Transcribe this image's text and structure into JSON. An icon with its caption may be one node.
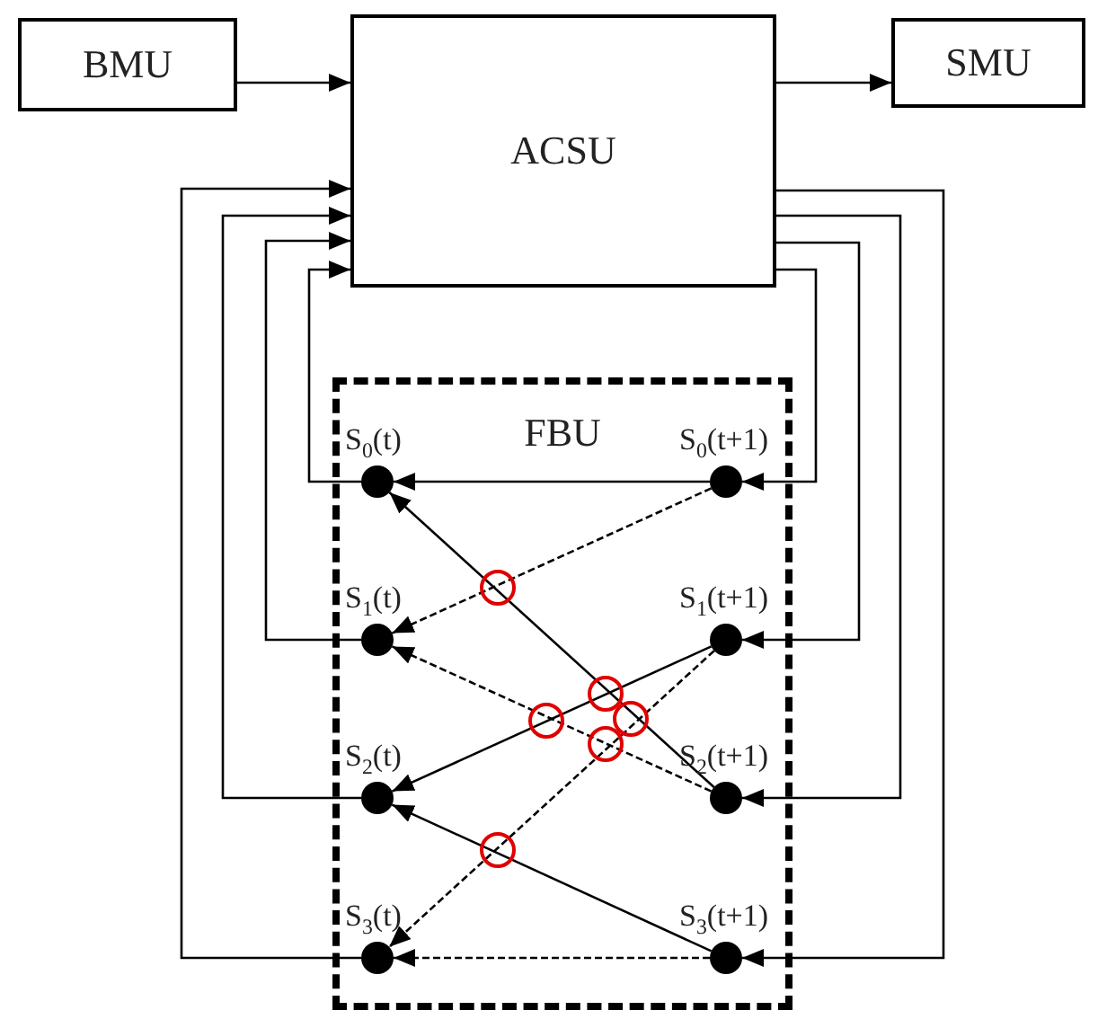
{
  "diagram": {
    "nodes": [
      {
        "text": [
          "BMU"
        ]
      },
      {
        "text": [
          "ACSU"
        ]
      },
      {
        "text": [
          "SMU"
        ]
      },
      {
        "text": [
          "FBU"
        ]
      },
      {
        "text": [
          "S$_{0}$(t)"
        ],
        "in": 3
      },
      {
        "text": [
          "S$_{0}$(t+1)"
        ],
        "in": 3
      },
      {
        "text": [
          "S$_{1}$(t)"
        ],
        "in": 3
      },
      {
        "text": [
          "S$_{1}$(t+1)"
        ],
        "in": 3
      },
      {
        "text": [
          "S$_{2}$(t)"
        ],
        "in": 3
      },
      {
        "text": [
          "S$_{2}$(t+1)"
        ],
        "in": 3
      },
      {
        "text": [
          "S$_{3}$(t)"
        ],
        "in": 3
      },
      {
        "text": [
          "S$_{3}$(t+1)"
        ],
        "in": 3
      }
    ],
    "edges": [
      {
        "from": 0,
        "to": 1,
        "arrow": "to"
      },
      {
        "from": 1,
        "to": 2,
        "arrow": "to"
      },
      {
        "from": 4,
        "to": 1,
        "arrow": "to"
      },
      {
        "from": 6,
        "to": 1,
        "arrow": "to"
      },
      {
        "from": 8,
        "to": 1,
        "arrow": "to"
      },
      {
        "from": 10,
        "to": 1,
        "arrow": "to"
      },
      {
        "from": 1,
        "to": 5,
        "arrow": "to"
      },
      {
        "from": 1,
        "to": 7,
        "arrow": "to"
      },
      {
        "from": 1,
        "to": 9,
        "arrow": "to"
      },
      {
        "from": 1,
        "to": 11,
        "arrow": "to"
      },
      {
        "from": 5,
        "to": 4,
        "arrow": "to"
      },
      {
        "from": 5,
        "to": 6,
        "arrow": "to",
        "style": "dashed"
      },
      {
        "from": 7,
        "to": 8,
        "arrow": "to"
      },
      {
        "from": 7,
        "to": 10,
        "arrow": "to",
        "style": "dashed"
      },
      {
        "from": 9,
        "to": 4,
        "arrow": "to"
      },
      {
        "from": 9,
        "to": 6,
        "arrow": "to",
        "style": "dashed"
      },
      {
        "from": 11,
        "to": 8,
        "arrow": "to"
      },
      {
        "from": 11,
        "to": 10,
        "arrow": "to",
        "style": "dashed"
      }
    ]
  }
}
